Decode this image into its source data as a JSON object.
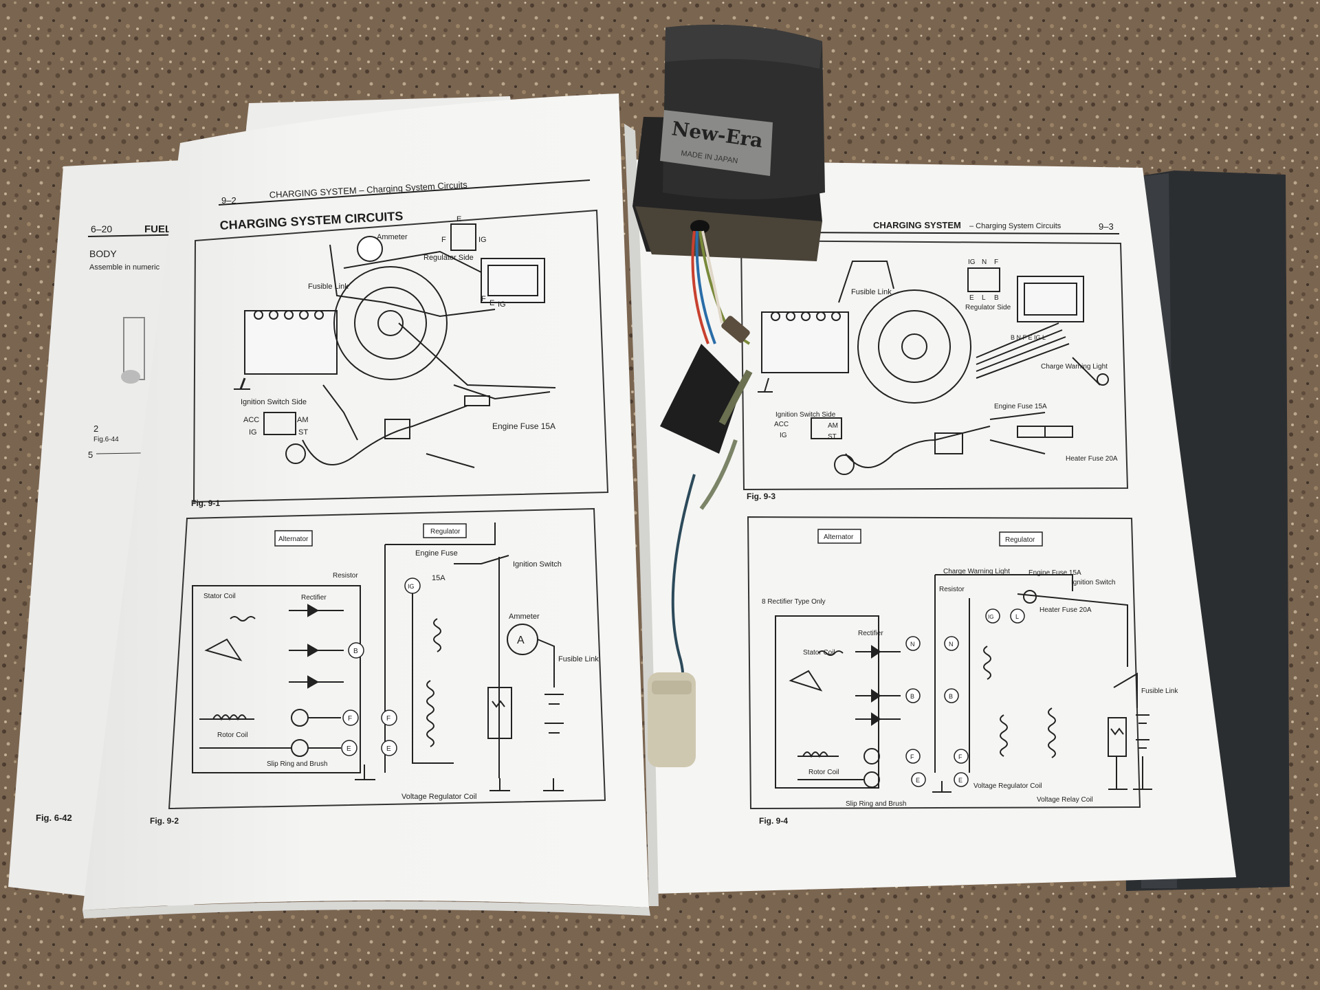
{
  "colors": {
    "countertop": "#6e5a47",
    "paper": "#f4f4f2",
    "ink": "#1e1e1e",
    "binder": "#2b2e31",
    "regulator": "#2a2a2a",
    "capacitor": "#cfc8b0"
  },
  "back_page": {
    "header_left": "6–20",
    "header_right": "FUEL",
    "section": "BODY",
    "note": "Assemble in numeric",
    "fig_44": "Fig.6-44",
    "num_2": "2",
    "num_5": "5",
    "fig_42": "Fig. 6-42"
  },
  "left_page": {
    "page_no": "9–2",
    "running_head": "CHARGING SYSTEM – Charging System Circuits",
    "title": "CHARGING SYSTEM CIRCUITS",
    "fig1": {
      "caption": "Fig. 9-1",
      "ammeter": "Ammeter",
      "fusible_link": "Fusible Link",
      "regulator_side": "Regulator Side",
      "conn_top": "E",
      "conn_f": "F",
      "conn_ig": "IG",
      "reg_f": "F",
      "reg_e": "E",
      "reg_ig": "IG",
      "ignition_switch_side": "Ignition Switch Side",
      "acc": "ACC",
      "am": "AM",
      "ig": "IG",
      "st": "ST",
      "engine_fuse": "Engine Fuse 15A"
    },
    "fig2": {
      "caption": "Fig. 9-2",
      "alternator": "Alternator",
      "regulator": "Regulator",
      "engine_fuse": "Engine Fuse",
      "fuse_rating": "15A",
      "ignition_switch": "Ignition Switch",
      "resistor": "Resistor",
      "stator_coil": "Stator Coil",
      "rectifier": "Rectifier",
      "ammeter": "Ammeter",
      "ammeter_symbol": "A",
      "fusible_link": "Fusible Link",
      "rotor_coil": "Rotor Coil",
      "slip_ring": "Slip Ring and Brush",
      "voltage_reg_coil": "Voltage Regulator Coil",
      "t_b": "B",
      "t_f": "F",
      "t_e": "E",
      "t_ig": "IG"
    }
  },
  "right_page": {
    "running_head_bold": "CHARGING SYSTEM",
    "running_head_rest": "– Charging System Circuits",
    "page_no": "9–3",
    "fig3": {
      "caption": "Fig. 9-3",
      "fusible_link": "Fusible Link",
      "conn_ig": "IG",
      "conn_n": "N",
      "conn_f": "F",
      "conn_e": "E",
      "conn_l": "L",
      "conn_b": "B",
      "regulator_side": "Regulator Side",
      "reg_pins": "B N F E IG L",
      "charge_warning": "Charge Warning Light",
      "ignition_switch_side": "Ignition Switch Side",
      "acc": "ACC",
      "am": "AM",
      "ig": "IG",
      "st": "ST",
      "engine_fuse": "Engine Fuse 15A",
      "heater_fuse": "Heater Fuse 20A"
    },
    "fig4": {
      "caption": "Fig. 9-4",
      "alternator": "Alternator",
      "regulator": "Regulator",
      "charge_warning": "Charge Warning Light",
      "engine_fuse": "Engine Fuse 15A",
      "ignition_switch": "Ignition Switch",
      "resistor": "Resistor",
      "heater_fuse": "Heater Fuse 20A",
      "rectifier_note": "8 Rectifier Type Only",
      "rectifier": "Rectifier",
      "stator_coil": "Stator Coil",
      "fusible_link": "Fusible Link",
      "rotor_coil": "Rotor Coil",
      "slip_ring": "Slip Ring and Brush",
      "voltage_reg_coil": "Voltage Regulator Coil",
      "voltage_relay_coil": "Voltage Relay Coil",
      "t_n": "N",
      "t_b": "B",
      "t_f": "F",
      "t_e": "E",
      "t_ig": "IG",
      "t_l": "L"
    }
  },
  "regulator_part": {
    "brand": "New-Era",
    "origin": "MADE IN JAPAN"
  }
}
